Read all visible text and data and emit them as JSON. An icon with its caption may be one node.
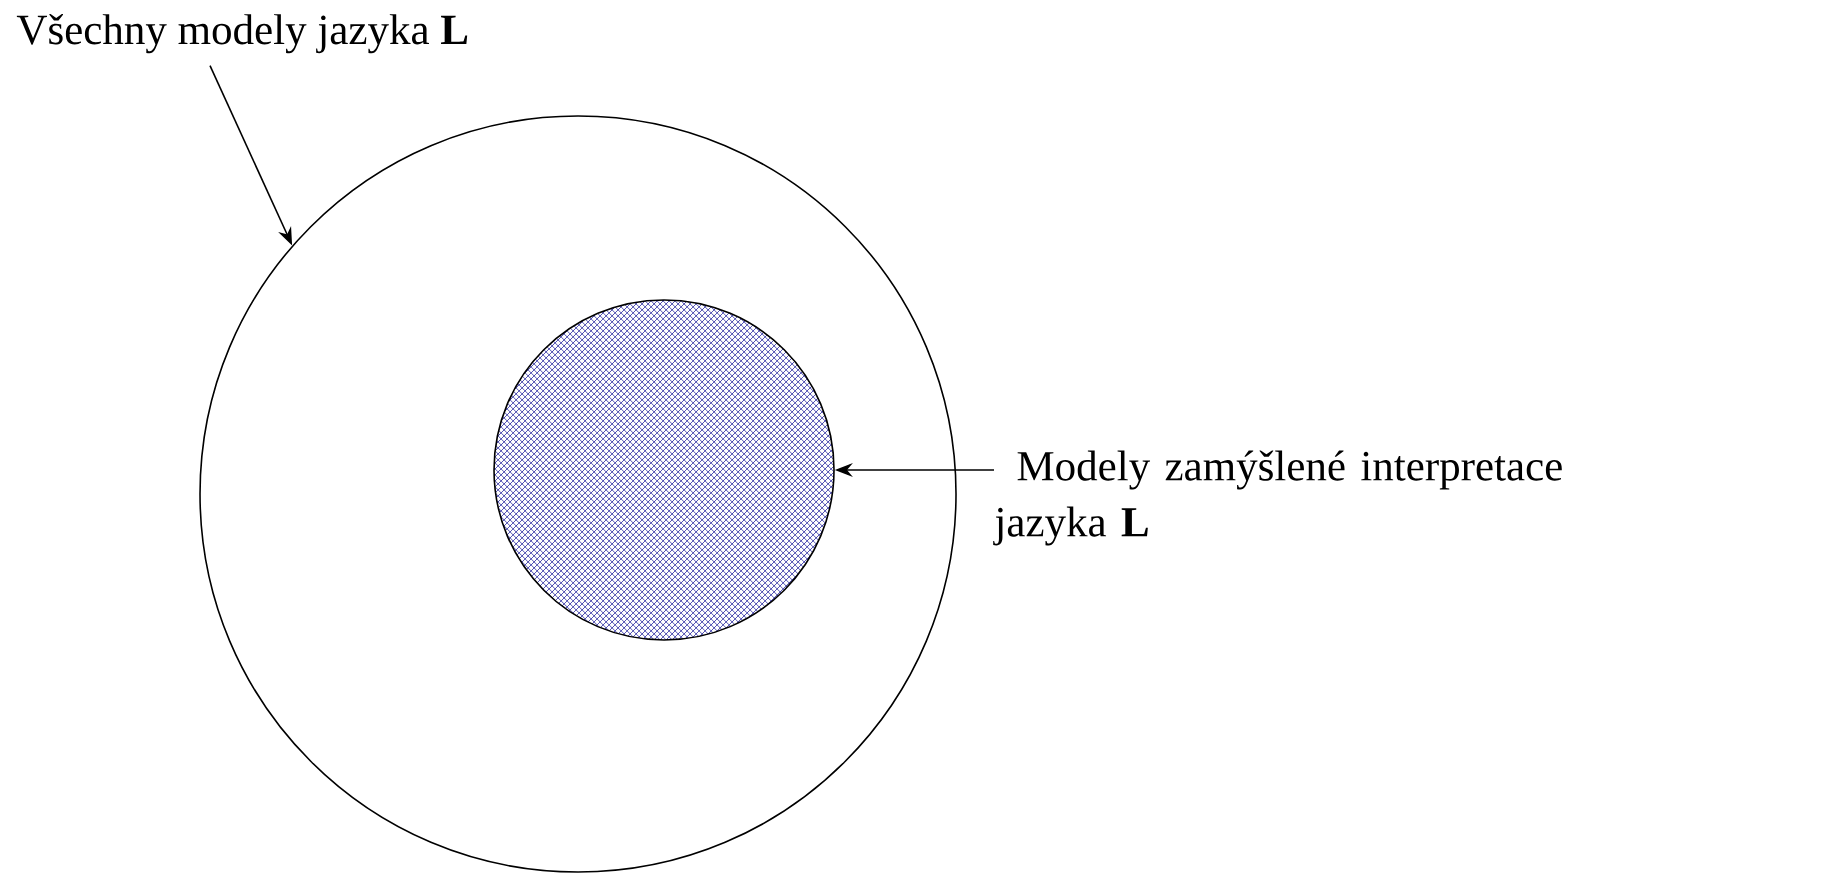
{
  "diagram": {
    "nodes": [
      {
        "text": [
          "Všechny modely jazyka **L**"
        ]
      },
      {
        "text": [],
        "shape": "circle"
      },
      {
        "text": [],
        "shape": "circle",
        "in": 1
      },
      {
        "text": [
          "Modely zamýšlené interpretace jazyka **L**"
        ]
      }
    ],
    "edges": [
      {
        "from": 0,
        "to": 1,
        "arrow": "to"
      },
      {
        "from": 3,
        "to": 2,
        "arrow": "to"
      }
    ]
  }
}
